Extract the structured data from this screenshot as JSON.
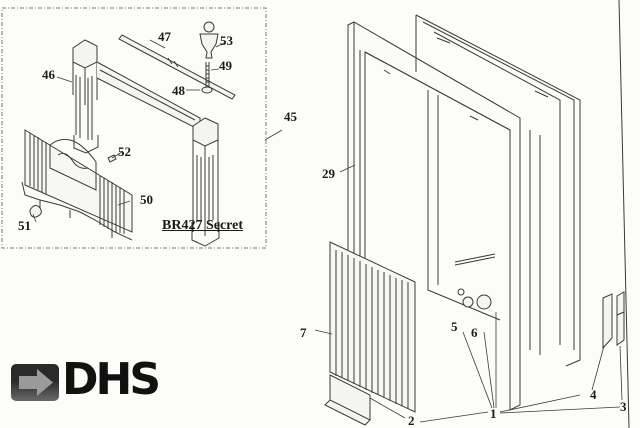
{
  "diagram": {
    "type": "exploded-parts-diagram",
    "inset": {
      "title": "BR427 Secret",
      "group_label": "45",
      "parts": [
        {
          "id": "46",
          "label": "46"
        },
        {
          "id": "47",
          "label": "47"
        },
        {
          "id": "48",
          "label": "48"
        },
        {
          "id": "49",
          "label": "49"
        },
        {
          "id": "50",
          "label": "50"
        },
        {
          "id": "51",
          "label": "51"
        },
        {
          "id": "52",
          "label": "52"
        },
        {
          "id": "53",
          "label": "53"
        }
      ]
    },
    "main": {
      "parts": [
        {
          "id": "29",
          "label": "29"
        },
        {
          "id": "7",
          "label": "7"
        },
        {
          "id": "5",
          "label": "5"
        },
        {
          "id": "6",
          "label": "6"
        },
        {
          "id": "1",
          "label": "1"
        },
        {
          "id": "2",
          "label": "2"
        },
        {
          "id": "3",
          "label": "3"
        },
        {
          "id": "4",
          "label": "4"
        }
      ]
    },
    "logo": {
      "text": "DHS",
      "icon": "arrow-right-icon"
    },
    "colors": {
      "line": "#3a3a3a",
      "background": "#fcfcf9",
      "logo": "#111111"
    }
  }
}
